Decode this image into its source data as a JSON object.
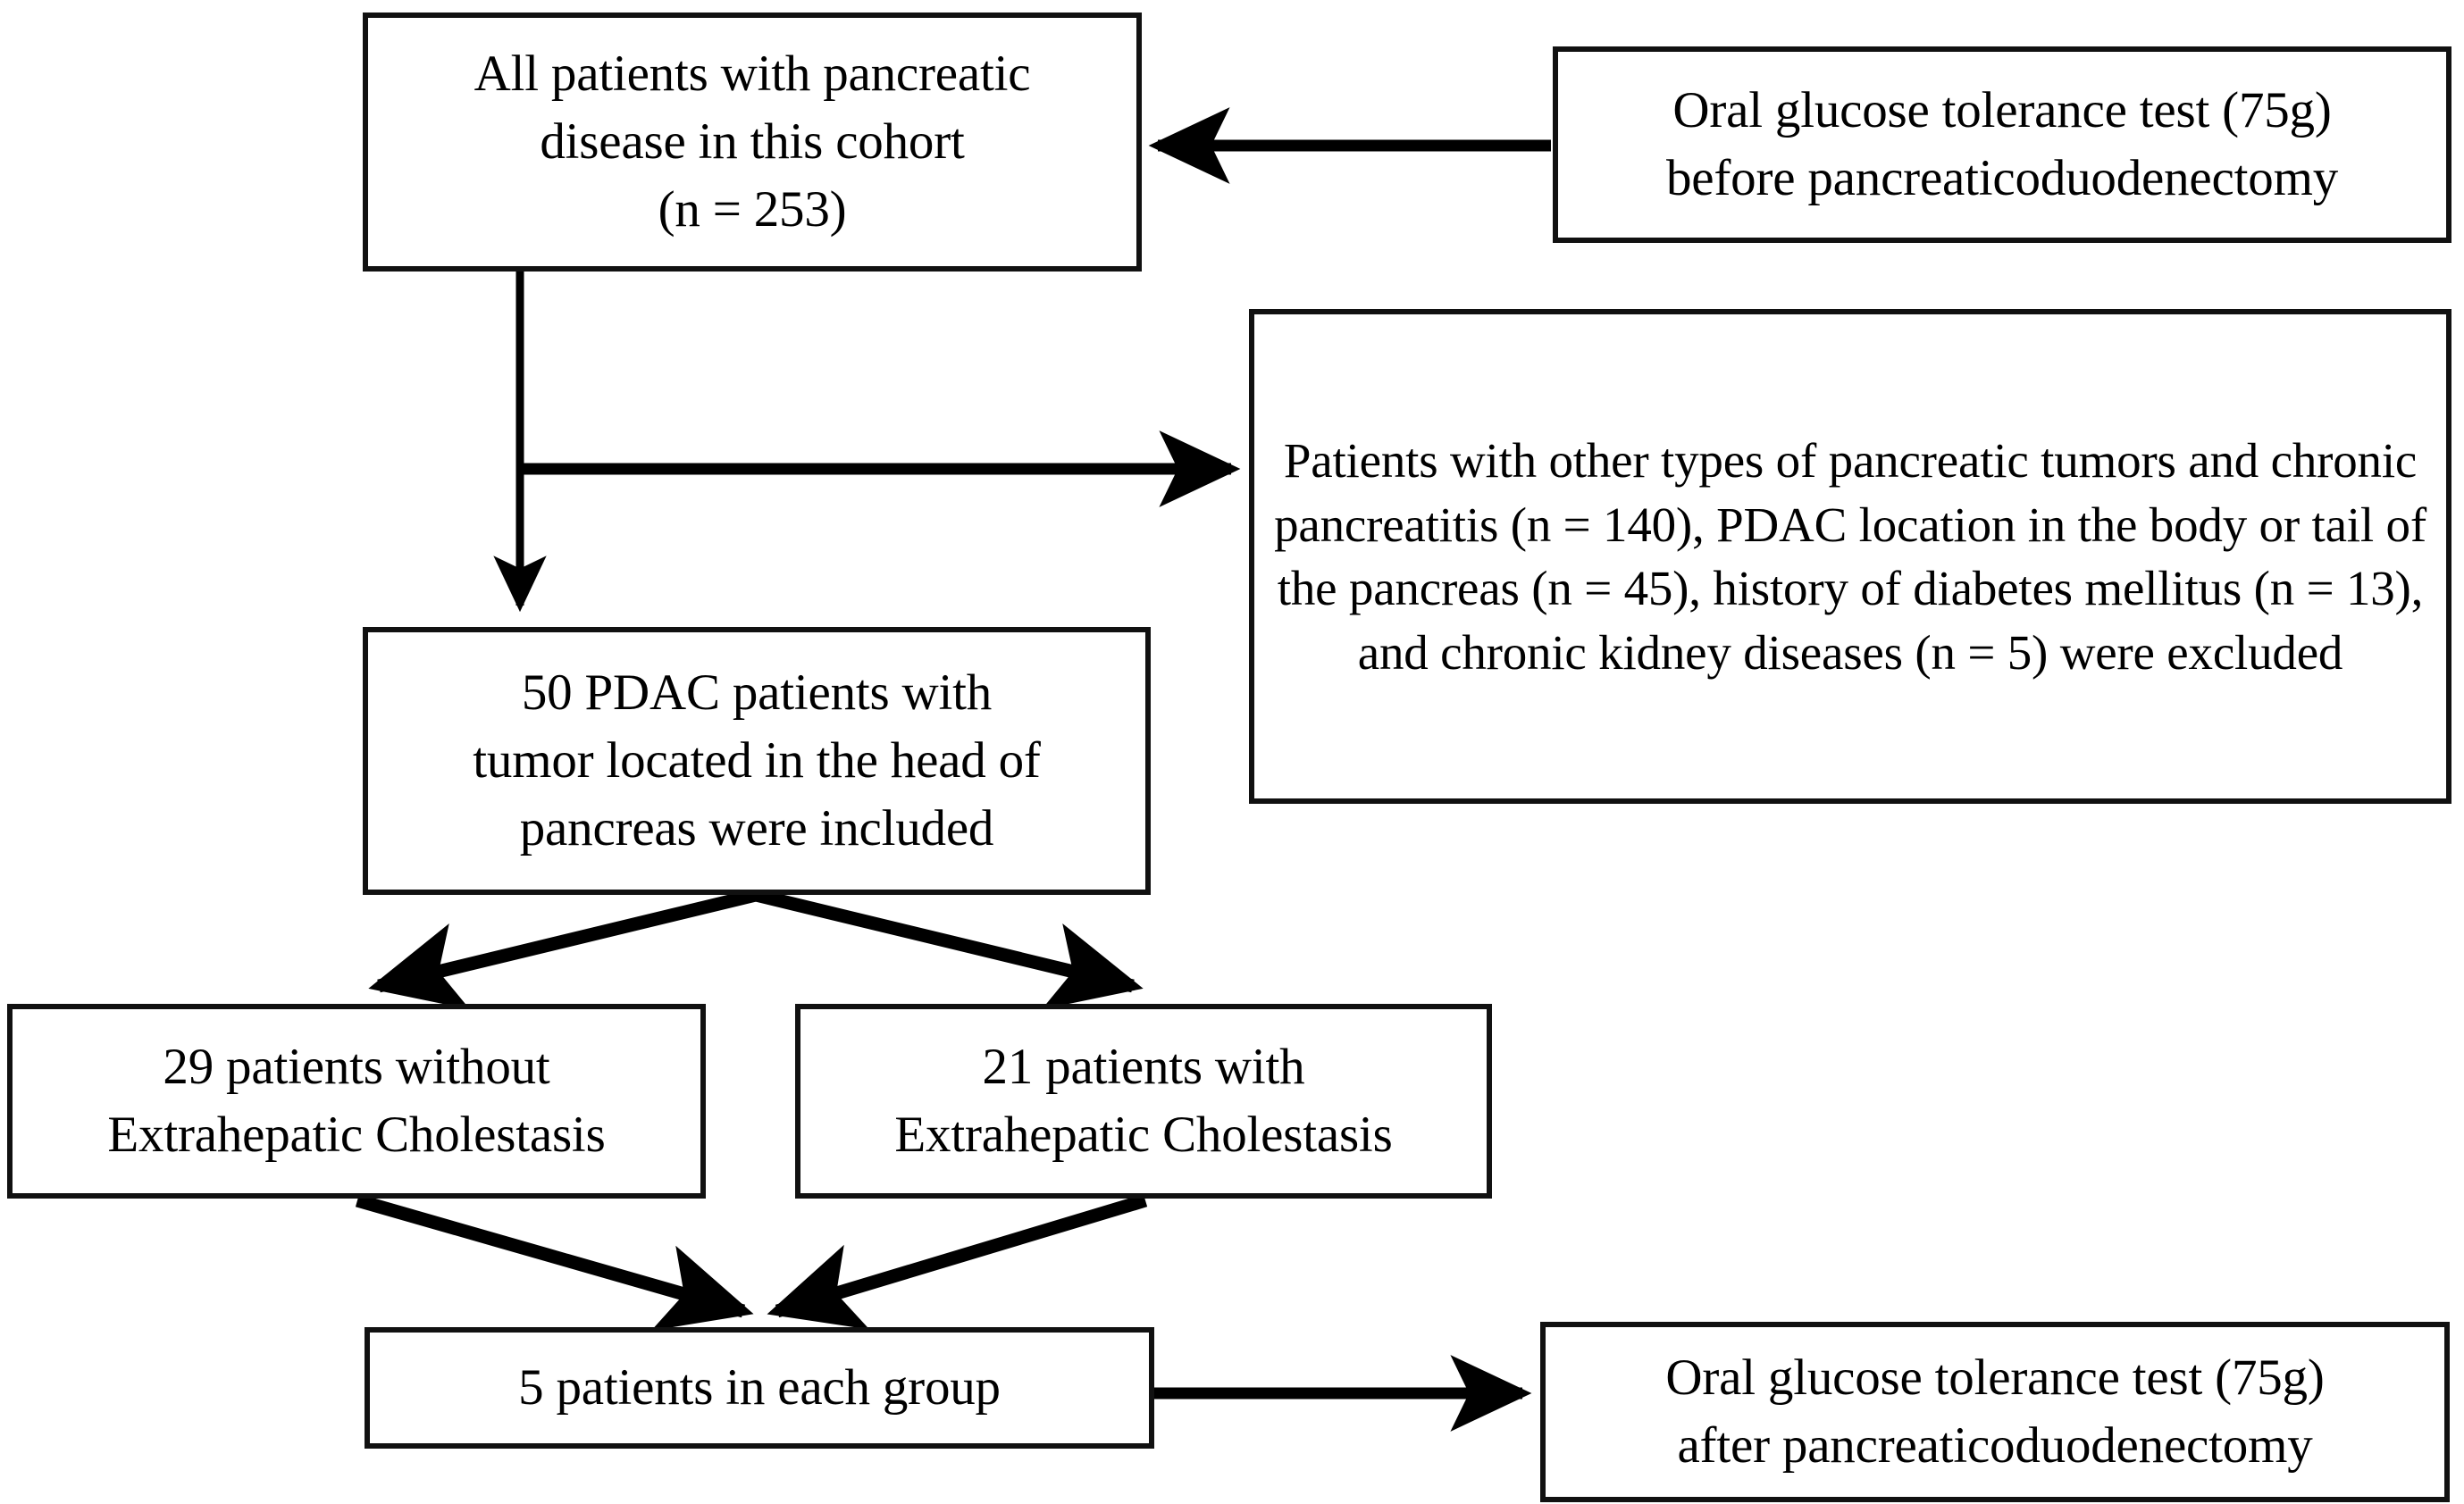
{
  "diagram": {
    "type": "flowchart",
    "title": "PDAC patient selection flowchart",
    "colors": {
      "box_border": "#111111",
      "box_fill": "#ffffff",
      "arrow": "#000000",
      "text": "#000000"
    },
    "nodes": [
      {
        "id": "cohort",
        "label": "All patients with pancreatic\ndisease in this cohort\n(n = 253)",
        "count": 253
      },
      {
        "id": "ogtt_before",
        "label": "Oral glucose tolerance test (75g)\nbefore pancreaticoduodenectomy",
        "glucose_load_g": 75
      },
      {
        "id": "excluded",
        "label": "Patients with other types of pancreatic tumors and chronic pancreatitis (n = 140), PDAC location in the body or tail of the pancreas (n = 45), history of diabetes mellitus (n = 13), and chronic kidney diseases (n = 5) were excluded",
        "exclusions": [
          {
            "reason": "Other types of pancreatic tumors and chronic pancreatitis",
            "n": 140
          },
          {
            "reason": "PDAC location in the body or tail of the pancreas",
            "n": 45
          },
          {
            "reason": "History of diabetes mellitus",
            "n": 13
          },
          {
            "reason": "Chronic kidney diseases",
            "n": 5
          }
        ]
      },
      {
        "id": "pdac",
        "label": "50 PDAC patients with\ntumor located in the head of\npancreas were included",
        "count": 50
      },
      {
        "id": "without_cholestasis",
        "label": "29 patients without\nExtrahepatic Cholestasis",
        "count": 29
      },
      {
        "id": "with_cholestasis",
        "label": "21 patients with\nExtrahepatic Cholestasis",
        "count": 21
      },
      {
        "id": "five_each",
        "label": "5 patients in each group",
        "count": 5
      },
      {
        "id": "ogtt_after",
        "label": "Oral glucose tolerance test (75g)\nafter pancreaticoduodenectomy",
        "glucose_load_g": 75
      }
    ],
    "edges": [
      {
        "from": "ogtt_before",
        "to": "cohort",
        "direction": "left"
      },
      {
        "from": "cohort",
        "to": "excluded",
        "direction": "right"
      },
      {
        "from": "cohort",
        "to": "pdac",
        "direction": "down"
      },
      {
        "from": "pdac",
        "to": "without_cholestasis",
        "direction": "down-left"
      },
      {
        "from": "pdac",
        "to": "with_cholestasis",
        "direction": "down-right"
      },
      {
        "from": "without_cholestasis",
        "to": "five_each",
        "direction": "down-right"
      },
      {
        "from": "with_cholestasis",
        "to": "five_each",
        "direction": "down-left"
      },
      {
        "from": "five_each",
        "to": "ogtt_after",
        "direction": "right"
      }
    ]
  }
}
